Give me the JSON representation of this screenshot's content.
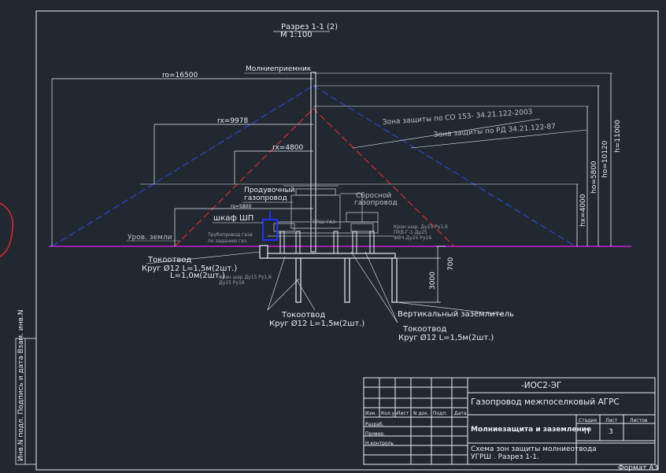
{
  "section_title": "Разрез 1-1 (2)",
  "scale": "М 1:100",
  "rod_label": "Молниеприемник",
  "dims": {
    "ro": "ro=16500",
    "rx1": "rx=9978",
    "rx2": "rx=4800",
    "ro2": "ro=5800",
    "h": "h=11000",
    "ho1": "ho=10120",
    "ho2": "ho=5800",
    "hx": "hx=4000",
    "d700": "700",
    "d3000": "3000"
  },
  "zones": {
    "so": "Зона защиты по СО 153- 34.21.122-2003",
    "rd": "Зона защиты по РД 34.21.122-87"
  },
  "labels": {
    "purge": "Продувочный газопровод",
    "purge_1": "Продувочный",
    "purge_2": "газопровод",
    "vent": "Сбросной газопровод",
    "vent_1": "Сбросной",
    "vent_2": "газопровод",
    "cabinet": "шкаф ШП",
    "ground_level": "Уров. земли",
    "rod1_title": "Токоотвод",
    "rod1_spec_1": "Круг Ø12 L=1,5м(2шт.)",
    "rod1_spec_2": "L=1,0м(2шт.)",
    "rod2_title": "Токоотвод",
    "rod2_spec": "Круг Ø12 L=1,5м(2шт.)",
    "rod3_title": "Токоотвод",
    "rod3_spec": "Круг Ø12 L=1,5м(2шт.)",
    "vertical_ground": "Вертикальный заземлитель"
  },
  "side_stamp": "Инв.N подл. Подпись и дата Взам. инв.N",
  "title_block": {
    "code": "-ИОС2-ЭГ",
    "project": "Газопровод межпоселковый АГРС",
    "col_headers": [
      "Изм.",
      "Кол.уч",
      "Лист",
      "N док.",
      "Подп.",
      "Дата"
    ],
    "roles": [
      "Разраб.",
      "Провер.",
      "Н.контроль"
    ],
    "section_name": "Молниезащита и заземление",
    "stage_header": "Стадия",
    "sheet_header": "Лист",
    "sheets_header": "Листов",
    "stage": "П",
    "sheet": "3",
    "sheets": "",
    "drawing_title_1": "Схема зон защиты молниеотвода",
    "drawing_title_2": "УГРШ . Разрез 1-1.",
    "format": "Формат А3"
  },
  "colors": {
    "background": "#212830",
    "lines": "#e8eef5",
    "blue_zone": "#2b44c9",
    "red_zone": "#d42a2a",
    "ground": "#c21fd6",
    "cabinet": "#2233ff"
  }
}
